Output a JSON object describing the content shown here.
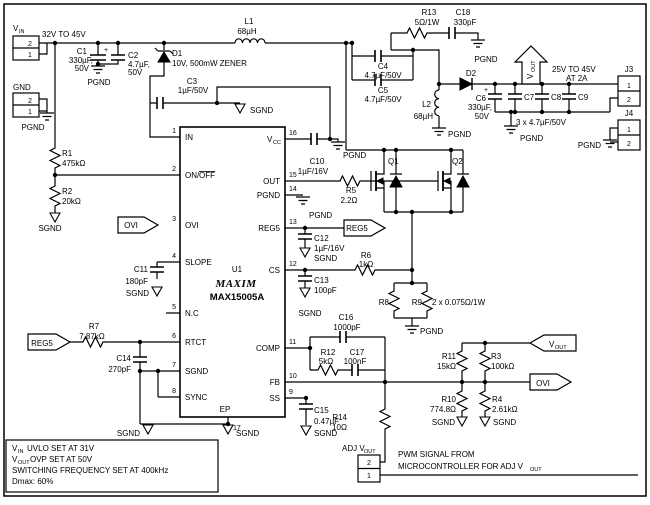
{
  "schematic": {
    "ic": {
      "ref": "U1",
      "brand": "MAXIM",
      "part": "MAX15005A",
      "pins": [
        {
          "n": 1,
          "name": "IN"
        },
        {
          "n": 2,
          "name": "ON/OFF"
        },
        {
          "n": 3,
          "name": "OVI"
        },
        {
          "n": 4,
          "name": "SLOPE"
        },
        {
          "n": 5,
          "name": "N.C"
        },
        {
          "n": 6,
          "name": "RTCT"
        },
        {
          "n": 7,
          "name": "SGND"
        },
        {
          "n": 8,
          "name": "SYNC"
        },
        {
          "n": 9,
          "name": "SS"
        },
        {
          "n": 10,
          "name": "FB"
        },
        {
          "n": 11,
          "name": "COMP"
        },
        {
          "n": 12,
          "name": "CS"
        },
        {
          "n": 13,
          "name": "REG5"
        },
        {
          "n": 14,
          "name": "PGND"
        },
        {
          "n": 15,
          "name": "OUT"
        },
        {
          "n": 16,
          "name": "VCC"
        },
        {
          "n": 17,
          "name": "EP"
        }
      ]
    },
    "components": [
      {
        "ref": "R1",
        "value": "475kΩ"
      },
      {
        "ref": "R2",
        "value": "20kΩ"
      },
      {
        "ref": "R3",
        "value": "100kΩ"
      },
      {
        "ref": "R4",
        "value": "2.61kΩ"
      },
      {
        "ref": "R5",
        "value": "2.2Ω"
      },
      {
        "ref": "R6",
        "value": "1kΩ"
      },
      {
        "ref": "R7",
        "value": "7.87kΩ"
      },
      {
        "ref": "R8/R9",
        "value": "2 x 0.075Ω/1W"
      },
      {
        "ref": "R10",
        "value": "774.8Ω"
      },
      {
        "ref": "R11",
        "value": "15kΩ"
      },
      {
        "ref": "R12",
        "value": "5kΩ"
      },
      {
        "ref": "R13",
        "value": "5Ω/1W"
      },
      {
        "ref": "R14",
        "value": "10Ω"
      },
      {
        "ref": "C1",
        "value": "330µF, 50V"
      },
      {
        "ref": "C2",
        "value": "4.7µF, 50V"
      },
      {
        "ref": "C3",
        "value": "1µF/50V"
      },
      {
        "ref": "C4",
        "value": "4.7µF/50V"
      },
      {
        "ref": "C5",
        "value": "4.7µF/50V"
      },
      {
        "ref": "C6",
        "value": "330µF, 50V"
      },
      {
        "ref": "C7-C9",
        "value": "3 x 4.7µF/50V"
      },
      {
        "ref": "C10",
        "value": "1µF/16V"
      },
      {
        "ref": "C11",
        "value": "180pF"
      },
      {
        "ref": "C12",
        "value": "1µF/16V"
      },
      {
        "ref": "C13",
        "value": "100pF"
      },
      {
        "ref": "C14",
        "value": "270pF"
      },
      {
        "ref": "C15",
        "value": "0.47µF"
      },
      {
        "ref": "C16",
        "value": "1000pF"
      },
      {
        "ref": "C17",
        "value": "100nF"
      },
      {
        "ref": "C18",
        "value": "330pF"
      },
      {
        "ref": "L1",
        "value": "68µH"
      },
      {
        "ref": "L2",
        "value": "68µH"
      },
      {
        "ref": "D1",
        "value": "10V, 500mW ZENER"
      },
      {
        "ref": "D2",
        "value": ""
      },
      {
        "ref": "Q1",
        "value": "N-MOSFET"
      },
      {
        "ref": "Q2",
        "value": "N-MOSFET"
      }
    ],
    "connectors": [
      {
        "ref": "VIN",
        "pins": [
          "2",
          "1"
        ]
      },
      {
        "ref": "GND",
        "pins": [
          "2",
          "1"
        ]
      },
      {
        "ref": "J3",
        "pins": [
          "1",
          "2"
        ]
      },
      {
        "ref": "J4",
        "pins": [
          "1",
          "2"
        ]
      },
      {
        "ref": "ADJ VOUT",
        "pins": [
          "2",
          "1"
        ]
      }
    ],
    "nets": [
      "PGND",
      "SGND",
      "REG5",
      "OVI",
      "VOUT"
    ],
    "annotations": {
      "input_range": "32V TO 45V",
      "output_range": "25V TO 45V AT 2A",
      "pwm_note": "PWM SIGNAL FROM MICROCONTROLLER FOR ADJ VOUT",
      "notes": [
        "VIN UVLO SET AT 31V",
        "VOUT OVP SET AT 50V",
        "SWITCHING FREQUENCY SET AT 400kHz",
        "Dmax: 60%"
      ]
    }
  },
  "labels": {
    "vin_v": "V",
    "vin_sub": "IN",
    "vin_range": "32V TO 45V",
    "conn_vin_pin2": "2",
    "conn_vin_pin1": "1",
    "gnd_title": "GND",
    "conn_gnd_pin2": "2",
    "conn_gnd_pin1": "1",
    "pgnd_gnd": "PGND",
    "c1_plus": "+",
    "c1_ref": "C1",
    "c1_v1": "330µF,",
    "c1_v2": "50V",
    "pgnd_c1": "PGND",
    "c2_ref": "C2",
    "c2_v1": "4.7µF,",
    "c2_v2": "50V",
    "d1_ref": "D1",
    "d1_val": "10V, 500mW ZENER",
    "c3_ref": "C3",
    "c3_val": "1µF/50V",
    "sgnd_c3": "SGND",
    "l1_ref": "L1",
    "l1_val": "68µH",
    "r13_ref": "R13",
    "r13_val": "5Ω/1W",
    "c18_ref": "C18",
    "c18_val": "330pF",
    "pgnd_snub": "PGND",
    "c4_ref": "C4",
    "c4_val": "4.7µF/50V",
    "c5_ref": "C5",
    "c5_val": "4.7µF/50V",
    "d2_ref": "D2",
    "l2_ref": "L2",
    "l2_val": "68µH",
    "pgnd_l2": "PGND",
    "vout_top_v": "V",
    "vout_top_sub": "OUT",
    "out_range1": "25V TO 45V",
    "out_range2": "AT 2A",
    "c6_plus": "+",
    "c6_ref": "C6",
    "c6_v1": "330µF,",
    "c6_v2": "50V",
    "c7_ref": "C7",
    "c8_ref": "C8",
    "c9_ref": "C9",
    "c789_val": "3 x 4.7µF/50V",
    "pgnd_caps": "PGND",
    "j3_ref": "J3",
    "j3_pin1": "1",
    "j3_pin2": "2",
    "j4_ref": "J4",
    "j4_pin1": "1",
    "j4_pin2": "2",
    "pgnd_j4": "PGND",
    "r1_ref": "R1",
    "r1_val": "475kΩ",
    "r2_ref": "R2",
    "r2_val": "20kΩ",
    "sgnd_r2": "SGND",
    "ovi_in": "OVI",
    "c11_ref": "C11",
    "c11_val": "180pF",
    "sgnd_c11": "SGND",
    "reg5_in": "REG5",
    "r7_ref": "R7",
    "r7_val": "7.87kΩ",
    "c14_ref": "C14",
    "c14_val": "270pF",
    "sgnd_left": "SGND",
    "sgnd_ep": "SGND",
    "p1": "1",
    "p2": "2",
    "p3": "3",
    "p4": "4",
    "p5": "5",
    "p6": "6",
    "p7": "7",
    "p8": "8",
    "p9": "9",
    "p10": "10",
    "p11": "11",
    "p12": "12",
    "p13": "13",
    "p14": "14",
    "p15": "15",
    "p16": "16",
    "p17": "17",
    "pin_in": "IN",
    "onoff_on": "ON/",
    "onoff_off": "OFF",
    "pin_ovi": "OVI",
    "pin_slope": "SLOPE",
    "pin_nc": "N.C",
    "pin_rtct": "RTCT",
    "pin_sgnd": "SGND",
    "pin_sync": "SYNC",
    "pin_ep": "EP",
    "vcc_v": "V",
    "vcc_sub": "CC",
    "pin_out": "OUT",
    "pin_pgnd": "PGND",
    "pin_reg5": "REG5",
    "pin_cs": "CS",
    "pin_comp": "COMP",
    "pin_fb": "FB",
    "pin_ss": "SS",
    "u1_ref": "U1",
    "u1_brand": "MAXIM",
    "u1_part": "MAX15005A",
    "c10_ref": "C10",
    "c10_val": "1µF/16V",
    "pgnd_c10": "PGND",
    "pgnd_pin14": "PGND",
    "reg5_out": "REG5",
    "c12_ref": "C12",
    "c12_val": "1µF/16V",
    "sgnd_c12": "SGND",
    "r5_ref": "R5",
    "r5_val": "2.2Ω",
    "q1_ref": "Q1",
    "q2_ref": "Q2",
    "c13_ref": "C13",
    "c13_val": "100pF",
    "sgnd_c13": "SGND",
    "r6_ref": "R6",
    "r6_val": "1kΩ",
    "r8_ref": "R8",
    "r9_ref": "R9",
    "r89_val": "2 x 0.075Ω/1W",
    "pgnd_r89": "PGND",
    "c16_ref": "C16",
    "c16_val": "1000pF",
    "r12_ref": "R12",
    "r12_val": "5kΩ",
    "c17_ref": "C17",
    "c17_val": "100nF",
    "r14_ref": "R14",
    "r14_val": "10Ω",
    "adj_label": "ADJ V",
    "adj_sub": "OUT",
    "conn_adj_pin2": "2",
    "conn_adj_pin1": "1",
    "c15_ref": "C15",
    "c15_val": "0.47µF",
    "sgnd_c15": "SGND",
    "vout_mid_v": "V",
    "vout_mid_sub": "OUT",
    "ovi_out": "OVI",
    "r11_ref": "R11",
    "r11_val": "15kΩ",
    "r3_ref": "R3",
    "r3_val": "100kΩ",
    "r10_ref": "R10",
    "r10_val": "774.8Ω",
    "r4_ref": "R4",
    "r4_val": "2.61kΩ",
    "sgnd_r10": "SGND",
    "sgnd_r4": "SGND",
    "pwm_line1": "PWM SIGNAL FROM",
    "pwm_line2": "MICROCONTROLLER FOR ADJ V",
    "pwm_sub": "OUT",
    "note_v1": "V",
    "note_sub1": "IN",
    "note_rest1": "UVLO SET AT 31V",
    "note_v2": "V",
    "note_sub2": "OUT",
    "note_rest2": "OVP SET AT 50V",
    "note_line3": "SWITCHING FREQUENCY SET AT 400kHz",
    "note_line4": "Dmax: 60%"
  }
}
